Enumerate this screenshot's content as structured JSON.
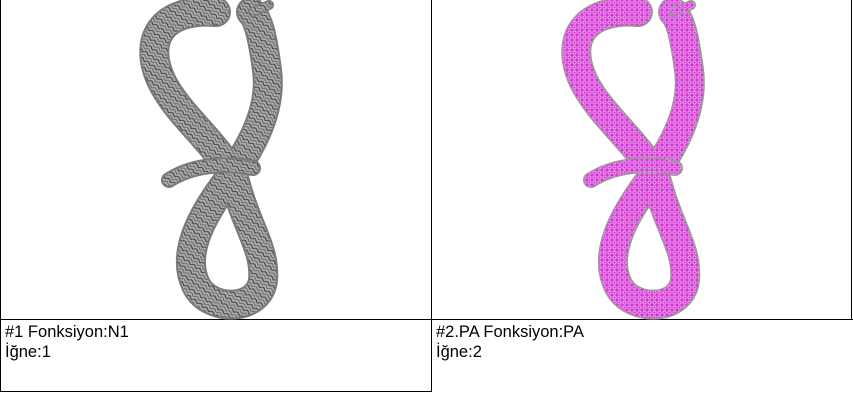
{
  "designs": [
    {
      "function_label": "#1 Fonksiyon:N1",
      "needle_label": "İğne:1",
      "fill_color": "#a9a9a9",
      "stitch_color": "#3a3a3a",
      "outline_color": "#7a7a7a"
    },
    {
      "function_label": "#2.PA Fonksiyon:PA",
      "needle_label": "İğne:2",
      "fill_color": "#d33ad3",
      "stitch_color": "#f7c6f7",
      "outline_color": "#9a9a9a"
    }
  ]
}
